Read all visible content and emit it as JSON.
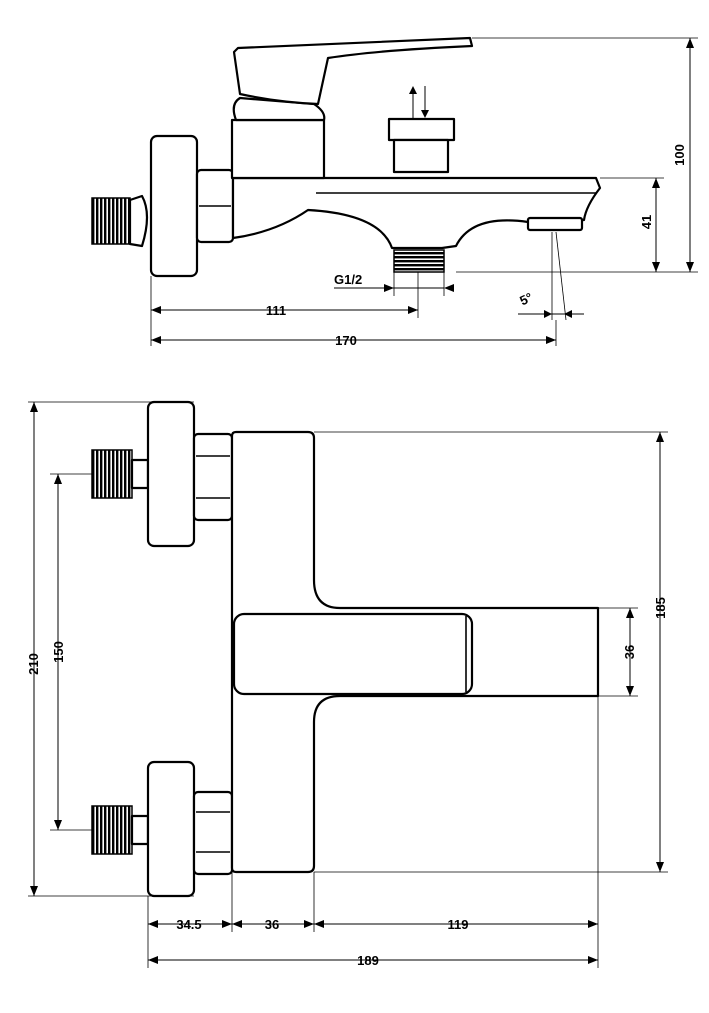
{
  "side_view": {
    "dims": {
      "height_total": "100",
      "height_spout": "41",
      "inlet_offset": "111",
      "overall_length": "170",
      "thread": "G1/2",
      "angle": "5°"
    }
  },
  "front_view": {
    "dims": {
      "height_total": "210",
      "inlet_spacing": "150",
      "body_height": "185",
      "spout_height": "36",
      "eccentric_depth": "34.5",
      "body_width": "36",
      "spout_length": "119",
      "overall_width": "189"
    }
  },
  "colors": {
    "line": "#000000",
    "background": "#ffffff"
  }
}
